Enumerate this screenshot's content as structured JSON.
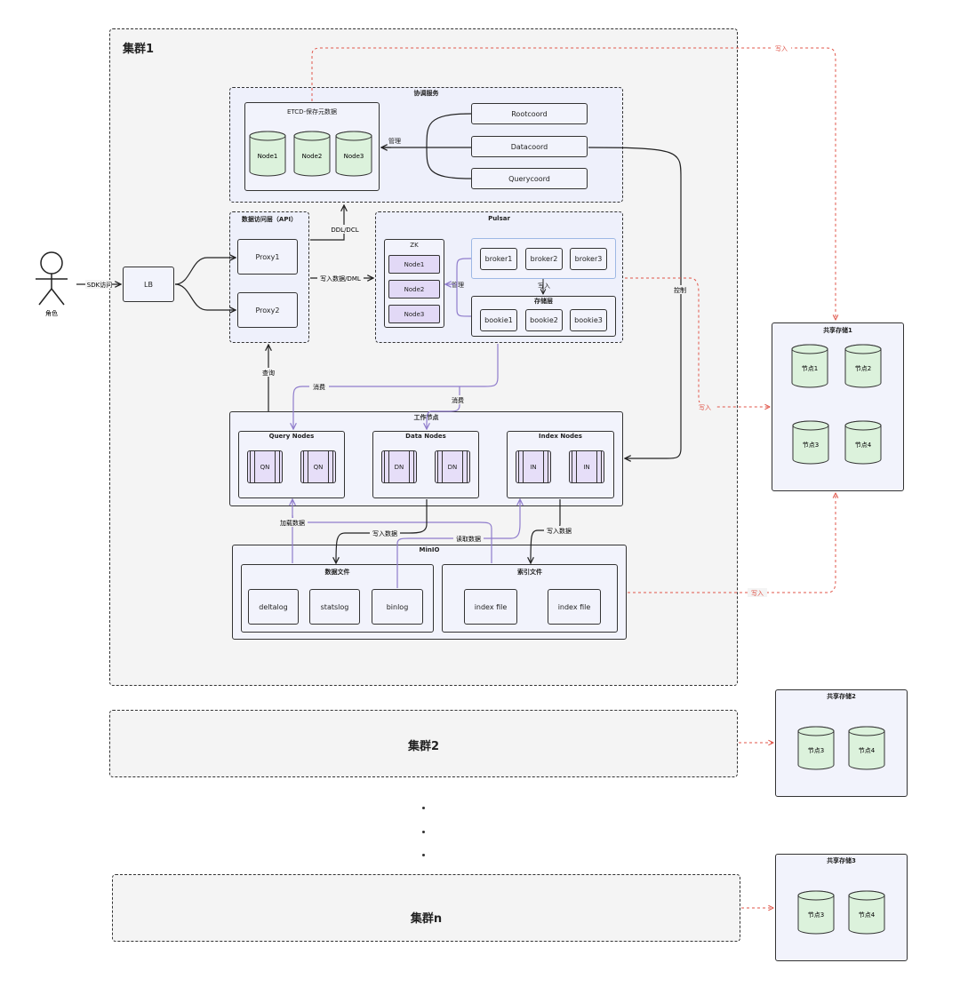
{
  "cluster1": {
    "title": "集群1"
  },
  "cluster2": {
    "title": "集群2"
  },
  "clustern": {
    "title": "集群n"
  },
  "actor": {
    "label": "角色",
    "access_label": "SDK访问"
  },
  "lb": {
    "label": "LB"
  },
  "coord": {
    "title": "协调服务",
    "etcd_title": "ETCD-保存元数据",
    "nodes": [
      "Node1",
      "Node2",
      "Node3"
    ],
    "manage_label": "管理",
    "services": [
      "Rootcoord",
      "Datacoord",
      "Querycoord"
    ]
  },
  "access": {
    "title": "数据访问层（API）",
    "proxies": [
      "Proxy1",
      "Proxy2"
    ]
  },
  "labels": {
    "ddl": "DDL/DCL",
    "write_dml": "写入数据/DML",
    "query": "查询",
    "consume1": "消费",
    "consume2": "消费",
    "control": "控制",
    "load_data": "加载数据",
    "write_data1": "写入数据",
    "read_data": "读取数据",
    "write_data2": "写入数据",
    "write_top": "写入",
    "write_mid": "写入",
    "write_bottom": "写入"
  },
  "pulsar": {
    "title": "Pulsar",
    "zk_title": "ZK",
    "zk_nodes": [
      "Node1",
      "Node2",
      "Node3"
    ],
    "manage_label": "管理",
    "brokers": [
      "broker1",
      "broker2",
      "broker3"
    ],
    "write_label": "写入",
    "storage_title": "存储层",
    "bookies": [
      "bookie1",
      "bookie2",
      "bookie3"
    ]
  },
  "workers": {
    "title": "工作节点",
    "query": {
      "title": "Query Nodes",
      "nodes": [
        "QN",
        "QN"
      ]
    },
    "data": {
      "title": "Data Nodes",
      "nodes": [
        "DN",
        "DN"
      ]
    },
    "index": {
      "title": "Index Nodes",
      "nodes": [
        "IN",
        "IN"
      ]
    }
  },
  "minio": {
    "title": "MinIO",
    "data_files": {
      "title": "数据文件",
      "items": [
        "deltalog",
        "statslog",
        "binlog"
      ]
    },
    "index_files": {
      "title": "索引文件",
      "items": [
        "index file",
        "index file"
      ]
    }
  },
  "shared1": {
    "title": "共享存储1",
    "nodes": [
      "节点1",
      "节点2",
      "节点3",
      "节点4"
    ]
  },
  "shared2": {
    "title": "共享存储2",
    "nodes": [
      "节点3",
      "节点4"
    ]
  },
  "shared3": {
    "title": "共享存储3",
    "nodes": [
      "节点3",
      "节点4"
    ]
  },
  "colors": {
    "cylinder_fill": "#dcf2dc",
    "purple_line": "#8f7ccc",
    "red_line": "#e0564a"
  }
}
